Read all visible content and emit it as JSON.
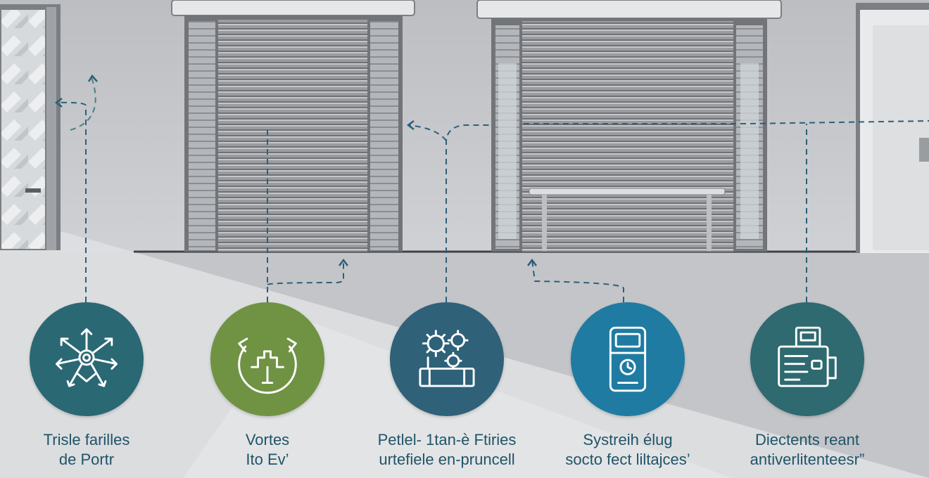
{
  "features": [
    {
      "icon": "arrows-burst-icon",
      "color": "#2a6874",
      "line1": "Trisle farilles",
      "line2": "de Portr"
    },
    {
      "icon": "circuit-tree-icon",
      "color": "#6f9343",
      "line1": "Vortes",
      "line2": "Ito Ev’"
    },
    {
      "icon": "gears-box-icon",
      "color": "#2f6179",
      "line1": "Petlel- 1tan-è Ftiries",
      "line2": "urtefiele en-pruncell"
    },
    {
      "icon": "remote-control-icon",
      "color": "#1f7ba2",
      "line1": "Systreih élug",
      "line2": "socto fect liltajces’"
    },
    {
      "icon": "control-panel-icon",
      "color": "#2e6a70",
      "line1": "Diectents reant",
      "line2": "antiverlitenteesr”"
    }
  ],
  "colors": {
    "wall": "#c7c9cc",
    "floor": "#dadcde",
    "shutter": "#8e9094",
    "frame": "#6d6f73",
    "guide_line": "#2d5f7a",
    "label_text": "#1f5469"
  }
}
